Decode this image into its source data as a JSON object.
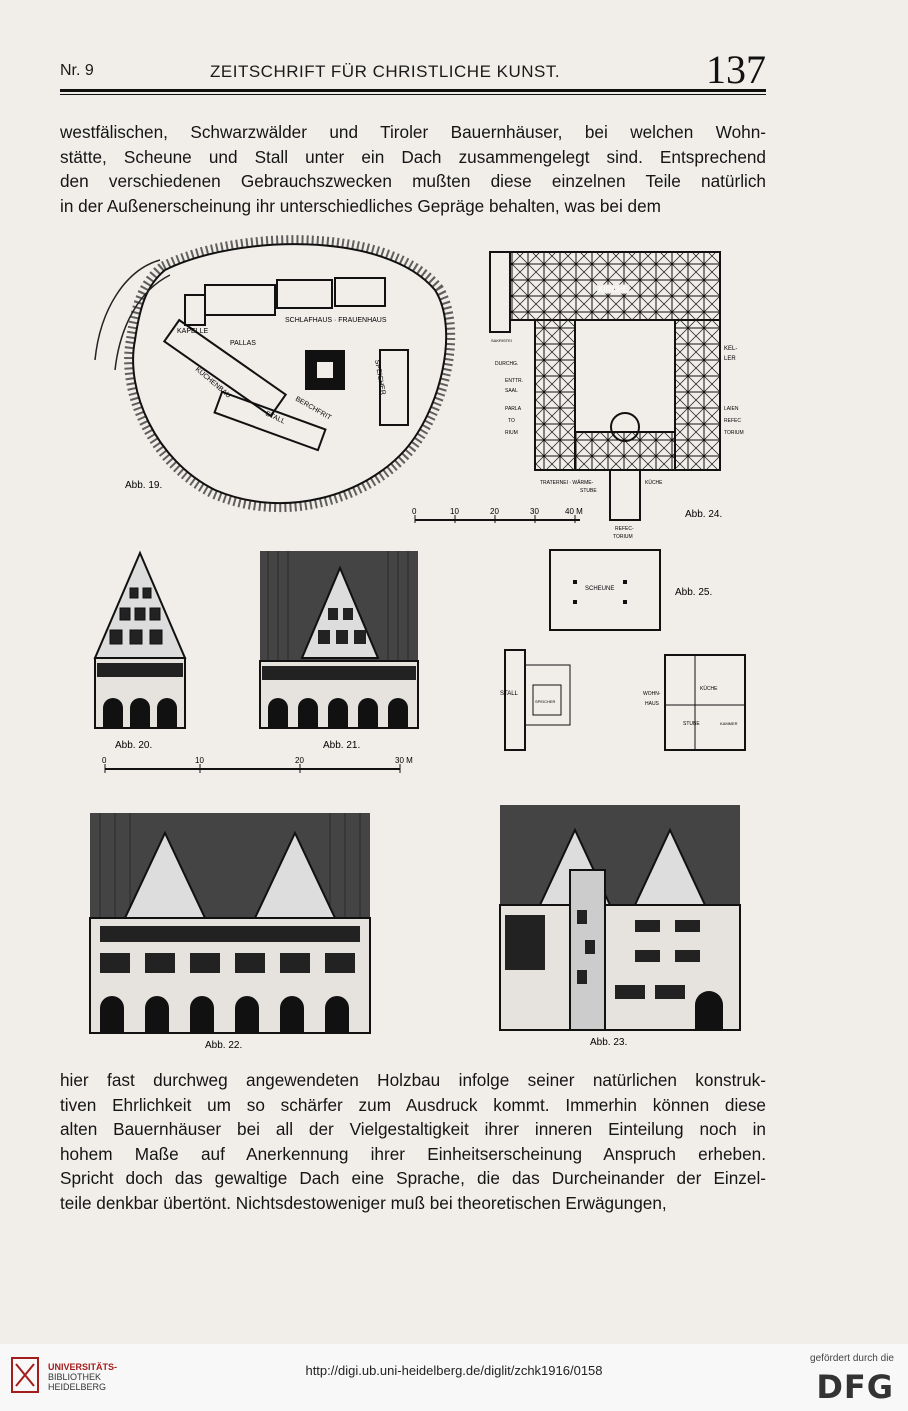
{
  "header": {
    "issue": "Nr. 9",
    "journal_title": "ZEITSCHRIFT FÜR CHRISTLICHE KUNST.",
    "page_number": "137"
  },
  "text_top": [
    "westfälischen, Schwarzwälder und Tiroler Bauernhäuser, bei welchen Wohn-",
    "stätte, Scheune und Stall unter ein Dach zusammengelegt sind. Entsprechend",
    "den verschiedenen Gebrauchszwecken mußten diese einzelnen Teile natürlich",
    "in der Außenerscheinung ihr unterschiedliches Gepräge behalten, was bei dem"
  ],
  "text_bottom": [
    "hier fast durchweg angewendeten Holzbau infolge seiner natürlichen konstruk-",
    "tiven Ehrlichkeit um so schärfer zum Ausdruck kommt. Immerhin können diese",
    "alten Bauernhäuser bei all der Vielgestaltigkeit ihrer inneren Einteilung noch in",
    "hohem Maße auf Anerkennung ihrer Einheitserscheinung Anspruch erheben.",
    "Spricht doch das gewaltige Dach eine Sprache, die das Durcheinander der Einzel-",
    "teile denkbar übertönt. Nichtsdestoweniger muß bei theoretischen Erwägungen,"
  ],
  "figures": {
    "fig19": {
      "caption": "Abb. 19.",
      "labels": [
        "KAPELLE",
        "PALLAS",
        "SCHLAFHAUS · FRAUENHAUS",
        "KÜCHENBAU",
        "BERCHFRIT",
        "SPEICHER",
        "STALL"
      ]
    },
    "fig24": {
      "caption": "Abb. 24.",
      "labels": [
        "KIRCHE",
        "KEL-",
        "LER",
        "DURCHG.",
        "ENTTR.",
        "SAAL",
        "PARLA",
        "TO",
        "RIUM",
        "LAIEN",
        "REFEC",
        "TORIUM",
        "TRATERNEI · WÄRME-",
        "STUBE",
        "KÜCHE",
        "REFEC-",
        "TORIUM",
        "SAKRISTEI"
      ],
      "scale": [
        "0",
        "10",
        "20",
        "30",
        "40 M"
      ]
    },
    "fig20": {
      "caption": "Abb. 20."
    },
    "fig21": {
      "caption": "Abb. 21."
    },
    "scale2": [
      "0",
      "10",
      "20",
      "30 M"
    ],
    "fig25": {
      "caption": "Abb. 25.",
      "labels": [
        "SCHEUNE",
        "STALL",
        "SPEICHER",
        "WOHN-",
        "HAUS",
        "KÜCHE",
        "STUBE",
        "KAMMER"
      ]
    },
    "fig22": {
      "caption": "Abb. 22."
    },
    "fig23": {
      "caption": "Abb. 23."
    }
  },
  "footer": {
    "library_line1": "UNIVERSITÄTS-",
    "library_line2": "BIBLIOTHEK",
    "library_line3": "HEIDELBERG",
    "url": "http://digi.ub.uni-heidelberg.de/diglit/zchk1916/0158",
    "funded_by": "gefördert durch die",
    "dfg": "DFG"
  }
}
